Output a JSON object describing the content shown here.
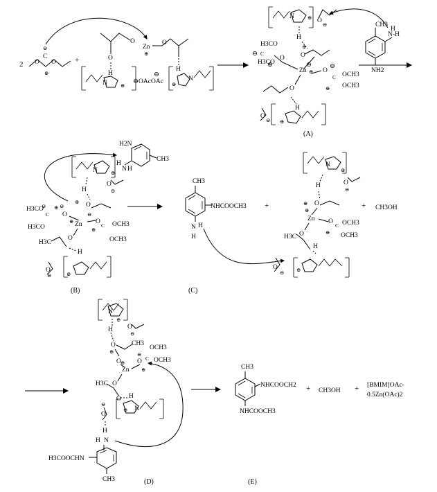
{
  "coef_two": "2",
  "plus": "+",
  "minus": "⊖",
  "plusc": "⊕",
  "zn": "Zn",
  "o": "O",
  "c": "C",
  "h": "H",
  "n": "N",
  "oac": "OAc",
  "och3": "OCH3",
  "h3co": "H3CO",
  "h3c": "H3C",
  "ch3": "CH3",
  "nh2": "NH2",
  "h2n": "H2N",
  "nh": "N-H",
  "nh_left": "H-N",
  "nhcooch3": "NHCOOCH3",
  "nhcooch2": "NHCOOCH2",
  "h3coochn": "H3COOCHN",
  "ch3oh": "CH3OH",
  "cat_line1": "[BMIM]OAc-",
  "cat_line2": "0.5Zn(OAc)2",
  "labels": {
    "A": "(A)",
    "B": "(B)",
    "C": "(C)",
    "D": "(D)",
    "E": "(E)"
  }
}
